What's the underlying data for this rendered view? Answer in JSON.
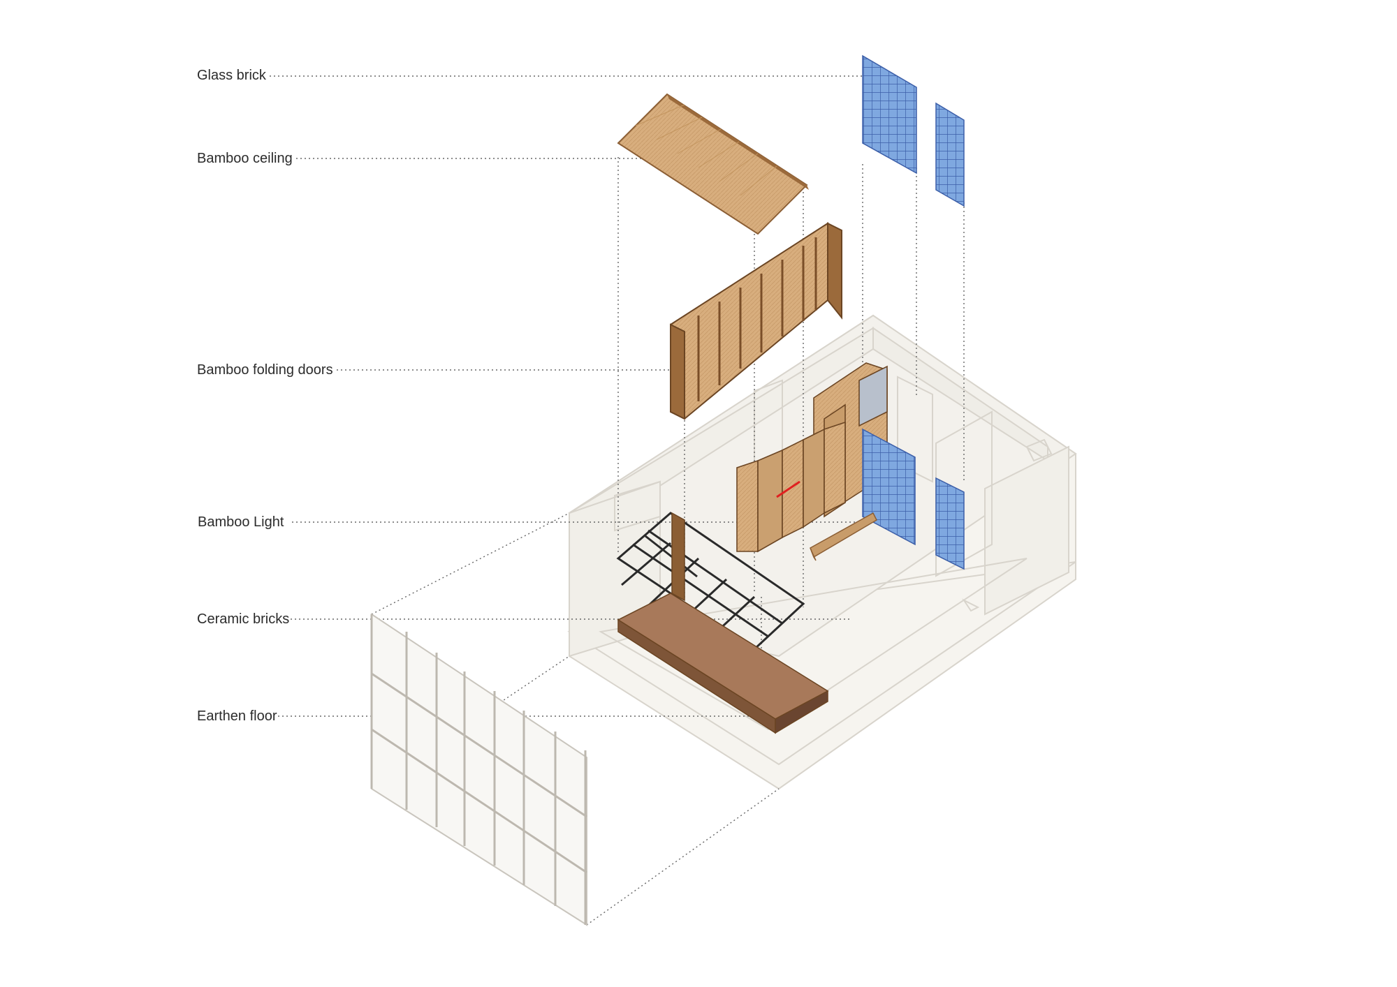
{
  "labels": [
    {
      "id": "glass-brick",
      "text": "Glass brick"
    },
    {
      "id": "bamboo-ceiling",
      "text": "Bamboo ceiling"
    },
    {
      "id": "bamboo-folding-doors",
      "text": "Bamboo folding doors"
    },
    {
      "id": "bamboo-light",
      "text": "Bamboo Light"
    },
    {
      "id": "ceramic-bricks",
      "text": "Ceramic bricks"
    },
    {
      "id": "earthen-floor",
      "text": "Earthen floor"
    }
  ],
  "colors": {
    "bamboo": "#d4a877",
    "bamboo_dark": "#9b6a3b",
    "wood_brown": "#a8795a",
    "glass_blue": "#7fa8e0",
    "glass_grid": "#3b5ea8",
    "room_fill": "#f5f3ee",
    "room_line": "#d8d4cc",
    "frame_line": "#2a2a2a",
    "leader_line": "#555555",
    "accent_red": "#e02020"
  }
}
